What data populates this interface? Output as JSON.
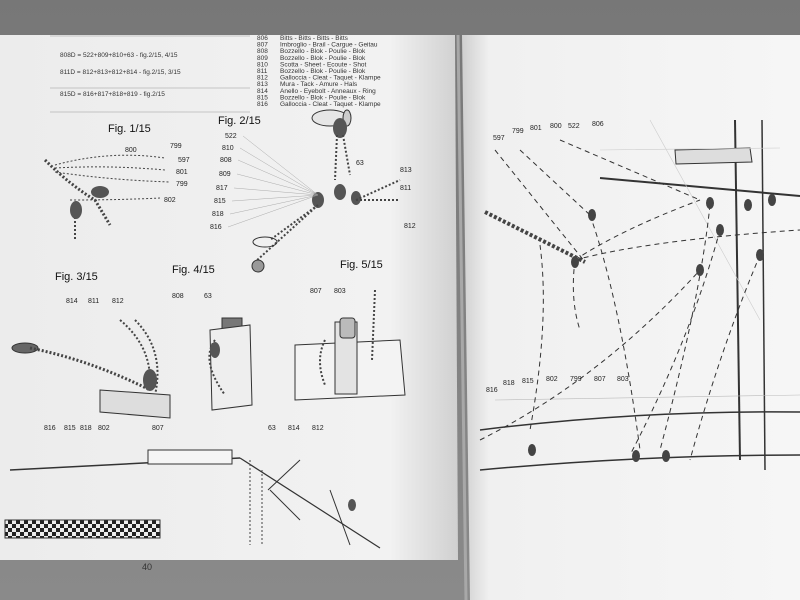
{
  "page_number": "40",
  "table": {
    "refs": [
      "808D = 522+809+810+63 - fig.2/15, 4/15",
      "811D = 812+813+812+814 - fig.2/15, 3/15",
      "815D = 816+817+818+819 - fig.2/15"
    ],
    "rows": [
      [
        "806",
        "Bitts - Bitts - Bitts - Bitts"
      ],
      [
        "807",
        "Imbroglio - Brail - Cargue - Geitau"
      ],
      [
        "808",
        "Bozzello - Blok - Poulie - Blok"
      ],
      [
        "809",
        "Bozzello - Blok - Poulie - Blok"
      ],
      [
        "810",
        "Scotta - Sheet - Ecoute - Shot"
      ],
      [
        "811",
        "Bozzello - Blok - Poulie - Blok"
      ],
      [
        "812",
        "Galloccia - Cleat - Taquet - Klampe"
      ],
      [
        "813",
        "Mura - Tack - Amure - Hals"
      ],
      [
        "814",
        "Anello - Eyebolt - Anneaux - Ring"
      ],
      [
        "815",
        "Bozzello - Blok - Poulie - Blok"
      ],
      [
        "816",
        "Galloccia - Cleat - Taquet - Klampe"
      ]
    ]
  },
  "figures": {
    "fig1": {
      "title": "Fig. 1/15",
      "labels": [
        "800",
        "799",
        "597",
        "801",
        "799",
        "802"
      ]
    },
    "fig2": {
      "title": "Fig. 2/15",
      "labels": [
        "522",
        "810",
        "808",
        "809",
        "817",
        "815",
        "818",
        "816",
        "63",
        "813",
        "811",
        "812"
      ]
    },
    "fig3": {
      "title": "Fig. 3/15",
      "labels": [
        "814",
        "811",
        "812"
      ]
    },
    "fig4": {
      "title": "Fig. 4/15",
      "labels": [
        "808",
        "63"
      ]
    },
    "fig5": {
      "title": "Fig. 5/15",
      "labels": [
        "807",
        "803"
      ]
    }
  },
  "deck_labels": [
    "816",
    "815",
    "818",
    "802",
    "807",
    "63",
    "814",
    "812"
  ],
  "rigging_top_labels": [
    "597",
    "799",
    "801",
    "800",
    "522",
    "806"
  ],
  "rigging_bottom_labels": [
    "816",
    "818",
    "815",
    "802",
    "799",
    "807",
    "803"
  ]
}
